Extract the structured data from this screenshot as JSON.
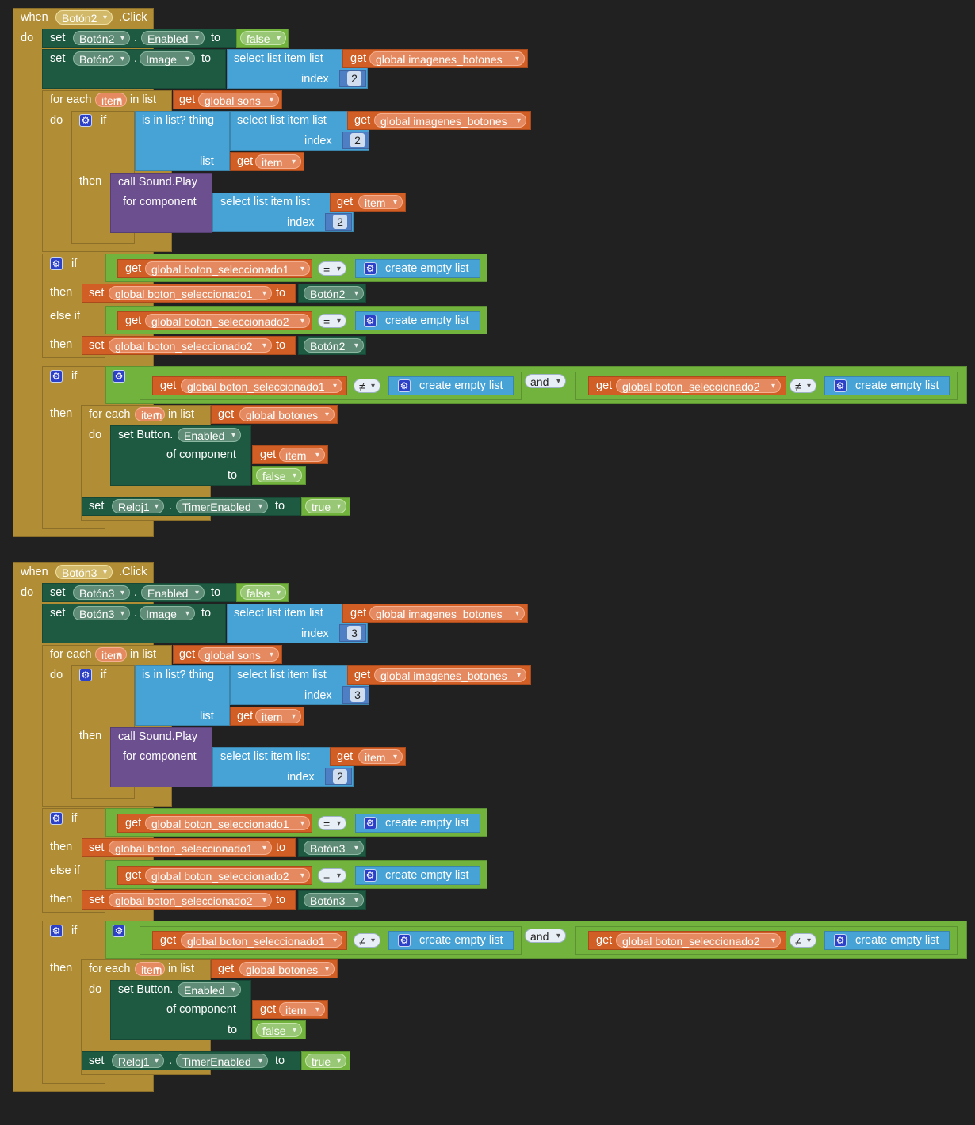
{
  "labels": {
    "when": "when",
    "click": ".Click",
    "do": "do",
    "set": "set",
    "to": "to",
    "dot": ".",
    "get": "get",
    "for_each": "for each",
    "in_list": "in list",
    "if": "if",
    "then": "then",
    "else_if": "else if",
    "is_in_list_thing": "is in list? thing",
    "list": "list",
    "select_list_item_list": "select list item  list",
    "index": "index",
    "call_sound_play": "call Sound.Play",
    "for_component": "for component",
    "create_empty_list": "create empty list",
    "and": "and",
    "eq": "=",
    "neq": "≠",
    "set_button": "set Button.",
    "of_component": "of component",
    "gear_icon": "⚙"
  },
  "values": {
    "enabled": "Enabled",
    "image": "Image",
    "false": "false",
    "true": "true",
    "item": "item",
    "global_imagenes_botones": "global imagenes_botones",
    "global_sons": "global sons",
    "global_boton_seleccionado1": "global boton_seleccionado1",
    "global_boton_seleccionado2": "global boton_seleccionado2",
    "global_botones": "global botones",
    "reloj1": "Reloj1",
    "timer_enabled": "TimerEnabled"
  },
  "events": [
    {
      "button": "Botón2",
      "image_index": "2",
      "sound_index": "2"
    },
    {
      "button": "Botón3",
      "image_index": "3",
      "sound_index": "2"
    }
  ],
  "colors": {
    "event": "#b18e35",
    "component_setter": "#1e5a42",
    "lists": "#47a2d5",
    "variables": "#d15e24",
    "math": "#4e7fc5",
    "logic": "#72b33e",
    "procedure_call": "#6c4f8f",
    "mutator_gear": "#2c40c8",
    "workspace": "#212121"
  }
}
